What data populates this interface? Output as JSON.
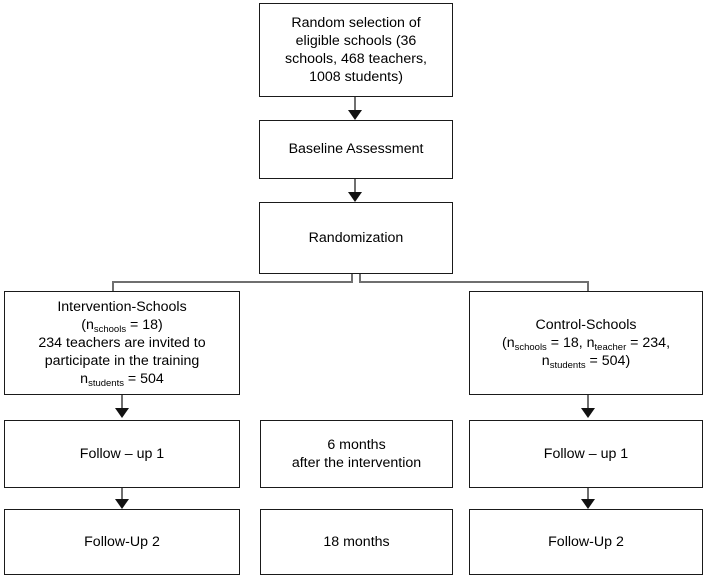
{
  "diagram": {
    "title": "CONSORT-style study flow diagram",
    "accent_color": "#1a1a1a",
    "connector_color": "#6f6f6f",
    "background": "#ffffff",
    "nodes": {
      "random_selection": {
        "line1": "Random selection of",
        "line2": "eligible schools (36",
        "line3": "schools, 468 teachers,",
        "line4": "1008 students)"
      },
      "baseline": {
        "label": "Baseline Assessment"
      },
      "randomization": {
        "label": "Randomization"
      },
      "intervention_schools": {
        "line1": "Intervention-Schools",
        "line2_pre": "(n",
        "line2_sub": "schools",
        "line2_post": " = 18)",
        "line3": "234 teachers are invited to",
        "line4": "participate in the training",
        "line5_pre": "n",
        "line5_sub": "students",
        "line5_post": " = 504"
      },
      "control_schools": {
        "line1": "Control-Schools",
        "line2_pre": "(n",
        "line2_sub1": "schools",
        "line2_mid": " = 18, n",
        "line2_sub2": "teacher",
        "line2_post": " = 234,",
        "line3_pre": "n",
        "line3_sub": "students",
        "line3_post": " = 504)"
      },
      "followup1_left": {
        "label": "Follow – up 1"
      },
      "timepoint1": {
        "line1": "6 months",
        "line2": "after the intervention"
      },
      "followup1_right": {
        "label": "Follow – up 1"
      },
      "followup2_left": {
        "label": "Follow-Up 2"
      },
      "timepoint2": {
        "label": "18 months"
      },
      "followup2_right": {
        "label": "Follow-Up 2"
      }
    }
  }
}
